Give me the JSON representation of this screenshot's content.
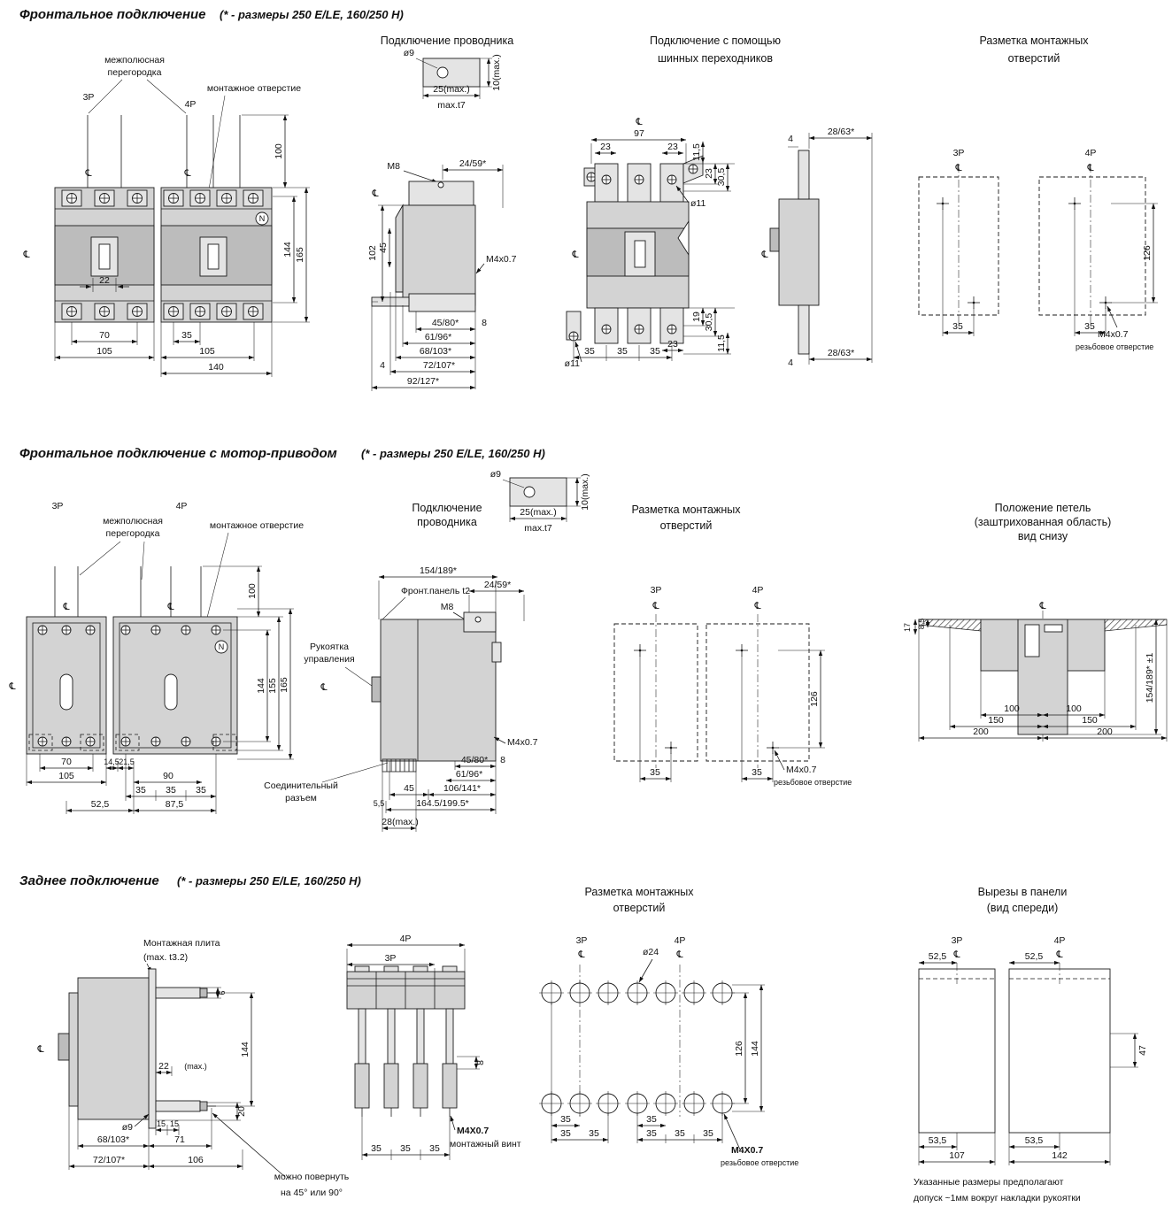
{
  "sections": {
    "s1": {
      "title": "Фронтальное подключение",
      "note": "(* - размеры 250 E/LE, 160/250 H)",
      "wire_title": "Подключение проводника",
      "bus_title1": "Подключение с помощью",
      "bus_title2": "шинных переходников",
      "holes_title1": "Разметка монтажных",
      "holes_title2": "отверстий"
    },
    "s2": {
      "title": "Фронтальное подключение с мотор-приводом",
      "note": "(* - размеры 250 E/LE, 160/250 H)",
      "wire_title1": "Подключение",
      "wire_title2": "проводника",
      "holes_title1": "Разметка монтажных",
      "holes_title2": "отверстий",
      "hinge_title1": "Положение петель",
      "hinge_title2": "(заштрихованная область)",
      "hinge_title3": "вид снизу"
    },
    "s3": {
      "title": "Заднее подключение",
      "note": "(* - размеры 250 E/LE, 160/250 H)",
      "holes_title1": "Разметка монтажных",
      "holes_title2": "отверстий",
      "cut_title1": "Вырезы в панели",
      "cut_title2": "(вид спереди)",
      "tol_note1": "Указанные размеры предполагают",
      "tol_note2": "допуск ~1мм вокруг накладки рукоятки"
    }
  },
  "labels": {
    "pole3": "3P",
    "pole4": "4P",
    "cl": "℄",
    "neutral": "N",
    "barrier1": "межполюсная",
    "barrier2": "перегородка",
    "mount_hole": "монтажное отверстие",
    "m8": "M8",
    "m4x07": "M4x0.7",
    "m4X07": "M4X0.7",
    "thread_hole": "резьбовое отверстие",
    "mount_screw": "монтажный винт",
    "front_panel": "Фронт.панель t2",
    "handle1": "Рукоятка",
    "handle2": "управления",
    "connector1": "Соединительный",
    "connector2": "разъем",
    "plate1": "Монтажная плита",
    "plate2": "(max. t3.2)",
    "rotate1": "можно повернуть",
    "rotate2": "на 45° или 90°"
  },
  "dims": {
    "d4": "4",
    "d5_5": "5,5",
    "d6": "6",
    "d8": "8",
    "d8_5": "8,5",
    "d9": "ø9",
    "d10max": "10(max.)",
    "d11": "ø11",
    "d11_5": "11,5",
    "d14_5": "14,5",
    "d15": "15",
    "d17": "17",
    "d19": "19",
    "d20": "20",
    "d21_5": "21,5",
    "d22": "22",
    "d22max": "(max.)",
    "d23": "23",
    "d24": "ø24",
    "d24_59": "24/59*",
    "d25max": "25(max.)",
    "d28max": "28(max.)",
    "d28_63": "28/63*",
    "d30_5": "30,5",
    "d35": "35",
    "d45": "45",
    "d45_80": "45/80*",
    "d47": "47",
    "d52_5": "52,5",
    "d53_5": "53,5",
    "d61_96": "61/96*",
    "d68_103": "68/103*",
    "d70": "70",
    "d71": "71",
    "d72_107": "72/107*",
    "d87_5": "87,5",
    "d90": "90",
    "d92_127": "92/127*",
    "d97": "97",
    "d100": "100",
    "d102": "102",
    "d105": "105",
    "d106": "106",
    "d106_141": "106/141*",
    "d107": "107",
    "d126": "126",
    "d140": "140",
    "d142": "142",
    "d144": "144",
    "d150": "150",
    "d154_189": "154/189*",
    "d154_189pm": "154/189* ±1",
    "d155": "155",
    "d164_199": "164.5/199.5*",
    "d165": "165",
    "d200": "200",
    "maxt7": "max.t7"
  }
}
